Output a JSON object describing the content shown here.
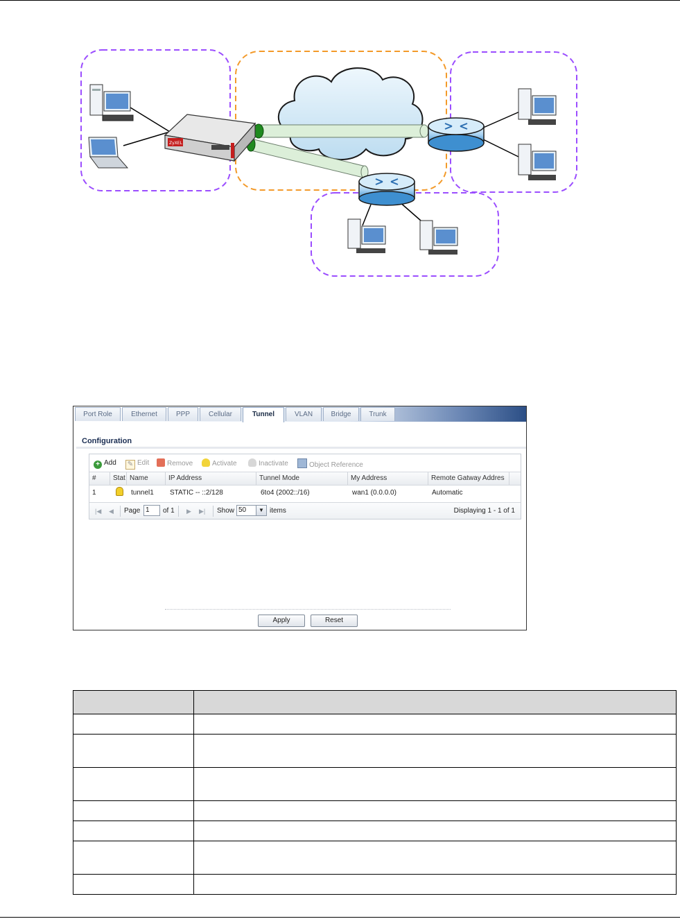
{
  "config": {
    "tabs": [
      {
        "label": "Port Role",
        "active": false
      },
      {
        "label": "Ethernet",
        "active": false
      },
      {
        "label": "PPP",
        "active": false
      },
      {
        "label": "Cellular",
        "active": false
      },
      {
        "label": "Tunnel",
        "active": true
      },
      {
        "label": "VLAN",
        "active": false
      },
      {
        "label": "Bridge",
        "active": false
      },
      {
        "label": "Trunk",
        "active": false
      }
    ],
    "section_title": "Configuration",
    "toolbar": {
      "add": "Add",
      "edit": "Edit",
      "remove": "Remove",
      "activate": "Activate",
      "inactivate": "Inactivate",
      "object_reference": "Object Reference"
    },
    "columns": [
      "#",
      "Stat",
      "Name",
      "IP Address",
      "Tunnel Mode",
      "My Address",
      "Remote Gatway Addres"
    ],
    "rows": [
      {
        "num": "1",
        "name": "tunnel1",
        "ip": "STATIC -- ::2/128",
        "mode": "6to4 (2002::/16)",
        "my_address": "wan1 (0.0.0.0)",
        "remote": "Automatic"
      }
    ],
    "pager": {
      "page_label": "Page",
      "page_value": "1",
      "of_label": "of 1",
      "show_label": "Show",
      "show_value": "50",
      "items_label": "items",
      "displaying": "Displaying 1 - 1 of 1"
    },
    "buttons": {
      "apply": "Apply",
      "reset": "Reset"
    }
  },
  "colors": {
    "zone_purple": "#9b4dff",
    "zone_orange": "#f39a2a",
    "tunnel_end": "#1f8a1f",
    "tunnel_pipe": "#dcefd9",
    "cloud": "#cfe6f5",
    "router": "#a9d3f2"
  }
}
